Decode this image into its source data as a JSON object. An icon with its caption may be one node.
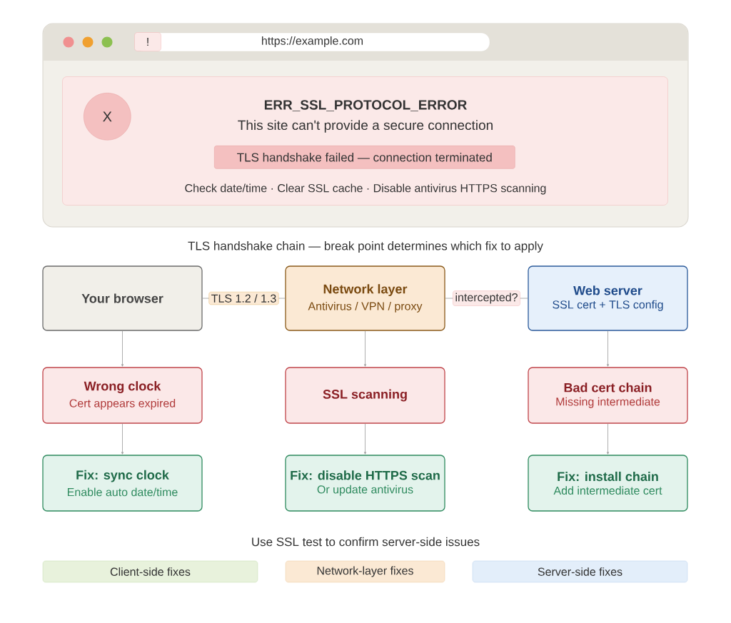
{
  "diagram": {
    "nodes": [
      {
        "text": [],
        "shape": "box"
      },
      {
        "text": [
          "!"
        ],
        "in": 0
      },
      {
        "text": [
          "https://example.com"
        ],
        "in": 0
      },
      {
        "text": [
          "ERR_SSL_PROTOCOL_ERROR",
          "This site can't provide a secure connection",
          "Check date/time · Clear SSL cache · Disable antivirus HTTPS scanning"
        ],
        "in": 0
      },
      {
        "text": [
          "X"
        ],
        "in": 3
      },
      {
        "text": [
          "TLS handshake failed — connection terminated"
        ],
        "in": 3
      },
      {
        "text": [
          "Your browser"
        ]
      },
      {
        "text": [
          "Network layer",
          "Antivirus / VPN / proxy"
        ]
      },
      {
        "text": [
          "Web server",
          "SSL cert + TLS config"
        ]
      },
      {
        "text": [
          "Wrong clock",
          "Cert appears expired"
        ]
      },
      {
        "text": [
          "SSL scanning"
        ]
      },
      {
        "text": [
          "Bad cert chain",
          "Missing intermediate"
        ]
      },
      {
        "text": [
          "Fix: sync clock",
          "Enable auto date/time"
        ]
      },
      {
        "text": [
          "Fix: disable HTTPS scan",
          "Or update antivirus"
        ]
      },
      {
        "text": [
          "Fix: install chain",
          "Add intermediate cert"
        ]
      }
    ],
    "edges": [
      {
        "from": 6,
        "to": 7,
        "arrow": "none",
        "label": "TLS 1.2 / 1.3"
      },
      {
        "from": 7,
        "to": 8,
        "arrow": "none",
        "label": "intercepted?"
      },
      {
        "from": 6,
        "to": 9,
        "arrow": "to"
      },
      {
        "from": 9,
        "to": 12,
        "arrow": "to"
      },
      {
        "from": 7,
        "to": 10,
        "arrow": "to"
      },
      {
        "from": 10,
        "to": 13,
        "arrow": "to"
      },
      {
        "from": 8,
        "to": 11,
        "arrow": "to"
      },
      {
        "from": 11,
        "to": 14,
        "arrow": "to"
      }
    ],
    "labels": [
      "TLS handshake chain — break point determines which fix to apply",
      "Use SSL test to confirm server-side issues"
    ],
    "legend": [
      {
        "text": "Client-side fixes",
        "color": "#e8f2dc"
      },
      {
        "text": "Network-layer fixes",
        "color": "#fbe9d4"
      },
      {
        "text": "Server-side fixes",
        "color": "#e3eefa"
      }
    ]
  }
}
